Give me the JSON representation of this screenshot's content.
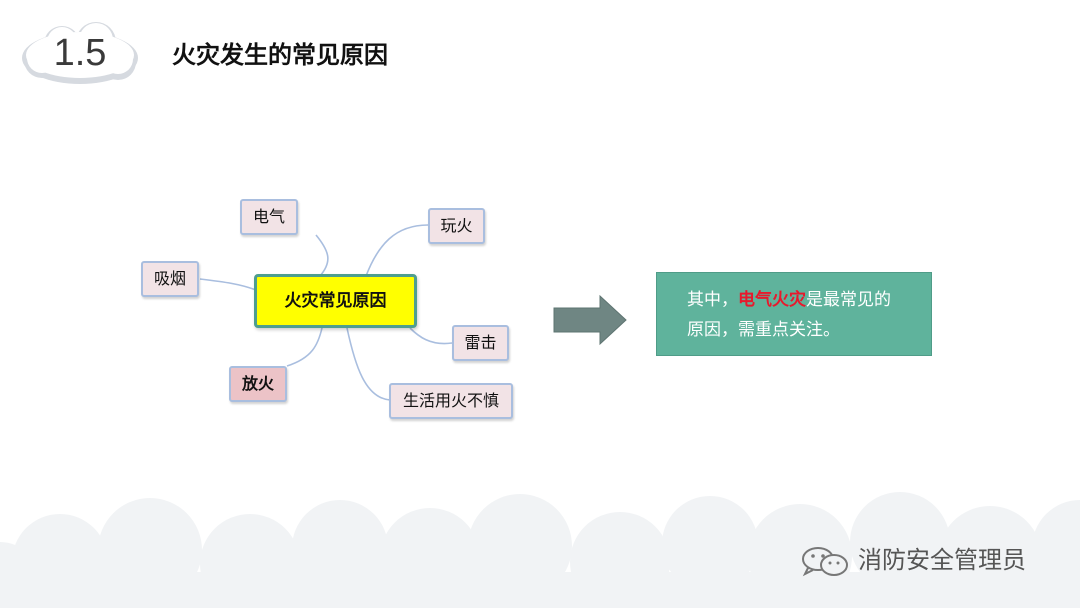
{
  "header": {
    "section_number": "1.5",
    "title": "火灾发生的常见原因"
  },
  "mindmap": {
    "center": "火灾常见原因",
    "nodes": {
      "electric": "电气",
      "smoking": "吸烟",
      "arson": "放火",
      "play_fire": "玩火",
      "lightning": "雷击",
      "careless": "生活用火不慎"
    }
  },
  "callout": {
    "prefix": "其中，",
    "highlight": "电气火灾",
    "line1_suffix": "是最常见的",
    "line2": "原因，需重点关注。"
  },
  "watermark": {
    "icon": "wechat-icon",
    "text": "消防安全管理员"
  },
  "colors": {
    "central_fill": "#ffff00",
    "node_fill": "#f2e3e6",
    "callout_fill": "#5fb39c",
    "highlight": "#e8192c",
    "arrow": "#6f8683"
  }
}
